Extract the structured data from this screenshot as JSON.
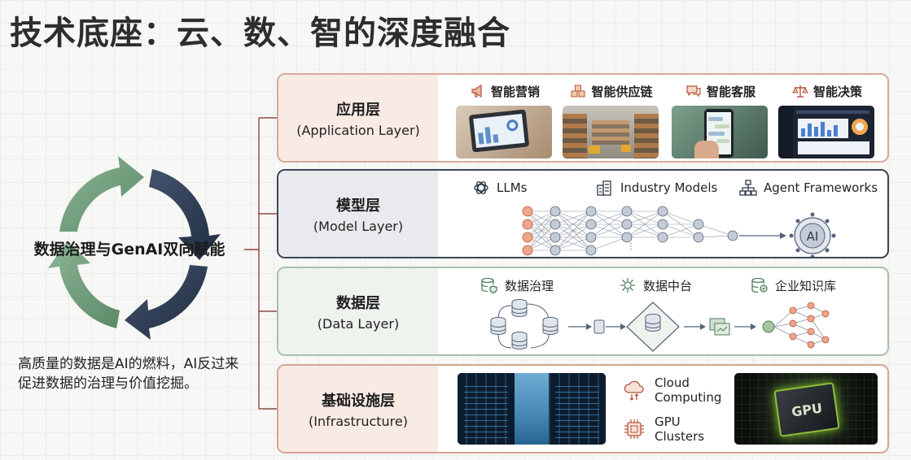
{
  "title": "技术底座：云、数、智的深度融合",
  "cycle": {
    "label": "数据治理与GenAI双向赋能",
    "caption": "高质量的数据是AI的燃料，AI反过来促进数据的治理与价值挖掘。"
  },
  "layers": {
    "application": {
      "name_cn": "应用层",
      "name_en": "(Application Layer)",
      "items": [
        {
          "label": "智能营销",
          "icon": "megaphone-icon"
        },
        {
          "label": "智能供应链",
          "icon": "boxes-icon"
        },
        {
          "label": "智能客服",
          "icon": "chat-bubble-icon"
        },
        {
          "label": "智能决策",
          "icon": "scales-icon"
        }
      ]
    },
    "model": {
      "name_cn": "模型层",
      "name_en": "(Model Layer)",
      "tags": [
        {
          "label": "LLMs",
          "icon": "llm-knot-icon"
        },
        {
          "label": "Industry Models",
          "icon": "buildings-icon"
        },
        {
          "label": "Agent Frameworks",
          "icon": "hierarchy-icon"
        }
      ],
      "ai_badge": "AI"
    },
    "data": {
      "name_cn": "数据层",
      "name_en": "(Data Layer)",
      "tags": [
        {
          "label": "数据治理",
          "icon": "database-shield-icon"
        },
        {
          "label": "数据中台",
          "icon": "data-hub-icon"
        },
        {
          "label": "企业知识库",
          "icon": "knowledge-base-icon"
        }
      ]
    },
    "infrastructure": {
      "name_cn": "基础设施层",
      "name_en": "(Infrastructure)",
      "items": [
        {
          "label_line1": "Cloud",
          "label_line2": "Computing",
          "icon": "cloud-transfer-icon"
        },
        {
          "label_line1": "GPU",
          "label_line2": "Clusters",
          "icon": "chip-icon"
        }
      ],
      "gpu_chip_text": "GPU"
    }
  },
  "colors": {
    "cycle_green": "#6f9c7a",
    "cycle_navy": "#2d3d55",
    "app_border": "#d8a89a",
    "model_border": "#3b4656",
    "data_border": "#a8c0ac",
    "infra_border": "#d6a496"
  }
}
